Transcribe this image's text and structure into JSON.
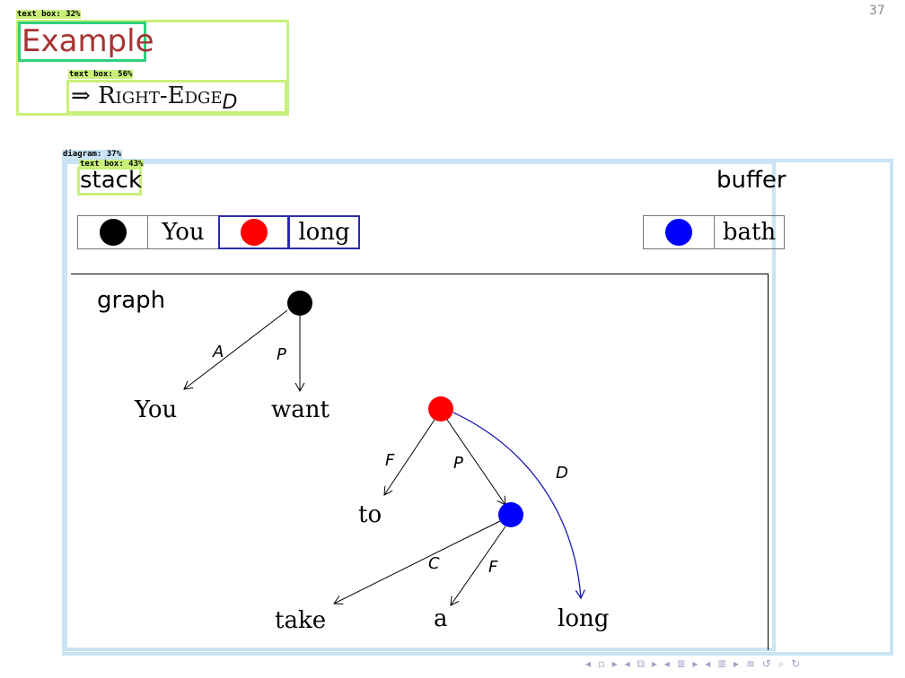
{
  "page_number": "37",
  "annotations": {
    "text_box_1": "text box: 32%",
    "text_box_2": "text box: 56%",
    "diagram": "diagram: 37%",
    "text_box_3": "text box: 43%"
  },
  "title": "Example",
  "subtitle_arrow": "⇒",
  "subtitle_text": "Right-Edge",
  "subtitle_sub": "D",
  "labels": {
    "stack": "stack",
    "buffer": "buffer",
    "graph": "graph"
  },
  "stack_cells": [
    {
      "dot": "black"
    },
    {
      "text": "You"
    },
    {
      "dot": "red"
    },
    {
      "text": "long"
    }
  ],
  "buffer_cells": [
    {
      "dot": "blue"
    },
    {
      "text": "bath"
    }
  ],
  "graph": {
    "words": [
      "You",
      "want",
      "to",
      "take",
      "a",
      "long"
    ],
    "edge_labels": [
      "A",
      "P",
      "F",
      "P",
      "D",
      "C",
      "F"
    ]
  },
  "colors": {
    "title": "#a83232",
    "black_node": "#000000",
    "red_node": "#ff0000",
    "blue_node": "#0000ff",
    "highlight_green": "#2fd07a",
    "highlight_lime": "#c8f07a",
    "highlight_blue": "#c8e4f5",
    "edge_D": "#1a1ab4"
  },
  "nav_icons": [
    "nav-left-icon",
    "frame-icon",
    "nav-right-icon",
    "section-icon",
    "subsection-icon",
    "align-icon",
    "zoom-icon",
    "search-icon",
    "back-icon"
  ]
}
